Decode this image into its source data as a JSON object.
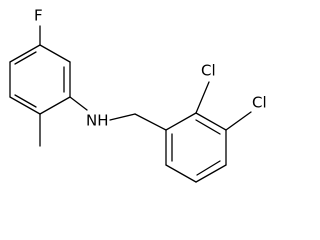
{
  "labels": {
    "fluorine": "F",
    "amine": "NH",
    "chlorine_2": "Cl",
    "chlorine_3": "Cl"
  },
  "colors": {
    "bond": "#000000",
    "label": "#000000",
    "background": "#ffffff"
  }
}
